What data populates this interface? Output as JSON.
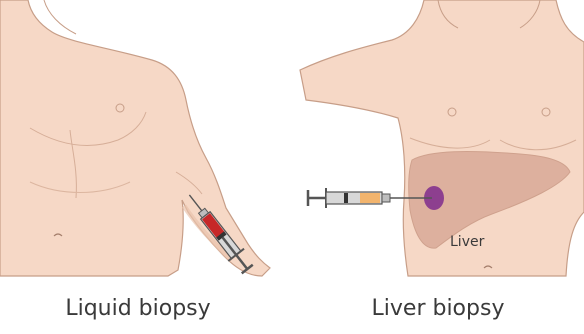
{
  "captions": {
    "left": "Liquid biopsy",
    "right": "Liver biopsy"
  },
  "labels": {
    "organ": "Liver"
  },
  "colors": {
    "skin": "#f6d8c6",
    "skin_outline": "#c79e88",
    "skin_shadow": "#e9c3ad",
    "liver": "#d9aa98",
    "lesion": "#8d3f8f",
    "blood": "#c62828",
    "biopsy_sample": "#f2b46d",
    "syringe_barrel": "#d8d8d8",
    "syringe_outline": "#555555",
    "caption_text": "#3a3a3a"
  },
  "icons": {
    "left_panel": "arm-syringe-icon",
    "right_panel": "liver-needle-icon"
  }
}
